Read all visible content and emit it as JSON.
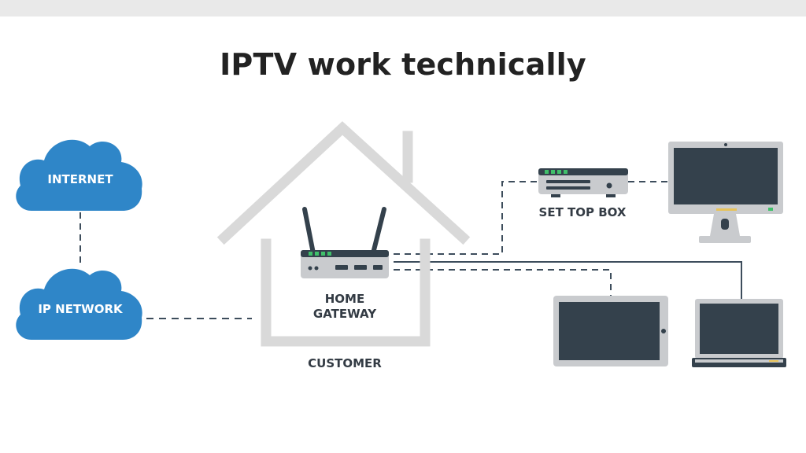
{
  "title": "IPTV work technically",
  "labels": {
    "internet": "INTERNET",
    "ip_network": "IP NETWORK",
    "home_gateway_line1": "HOME",
    "home_gateway_line2": "GATEWAY",
    "set_top_box": "SET TOP BOX",
    "customer": "CUSTOMER"
  },
  "colors": {
    "cloud": "#2f86c8",
    "cloud_text": "#ffffff",
    "house_outline": "#d9d9d9",
    "device_frame": "#c9cbce",
    "screen": "#34414c",
    "connector": "#3d4d5c",
    "led": "#3fc06a",
    "text": "#333b44"
  }
}
